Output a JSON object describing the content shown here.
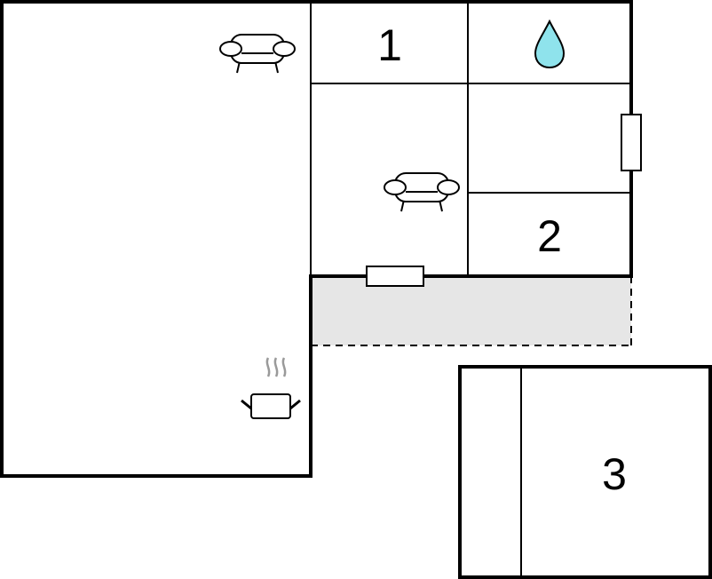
{
  "rooms": [
    {
      "id": "room-1",
      "label": "1"
    },
    {
      "id": "room-2",
      "label": "2"
    },
    {
      "id": "room-3",
      "label": "3"
    }
  ],
  "icons": [
    {
      "name": "sofa-icon",
      "meaning": "living area"
    },
    {
      "name": "water-drop-icon",
      "meaning": "bathroom"
    },
    {
      "name": "cooking-pot-icon",
      "meaning": "kitchen"
    },
    {
      "name": "window-icon",
      "meaning": "window"
    }
  ],
  "colors": {
    "wall": "#000000",
    "terrace_fill": "#e6e6e6",
    "water_drop": "#8fe3ec",
    "steam": "#9a9a9a",
    "background": "#ffffff"
  }
}
